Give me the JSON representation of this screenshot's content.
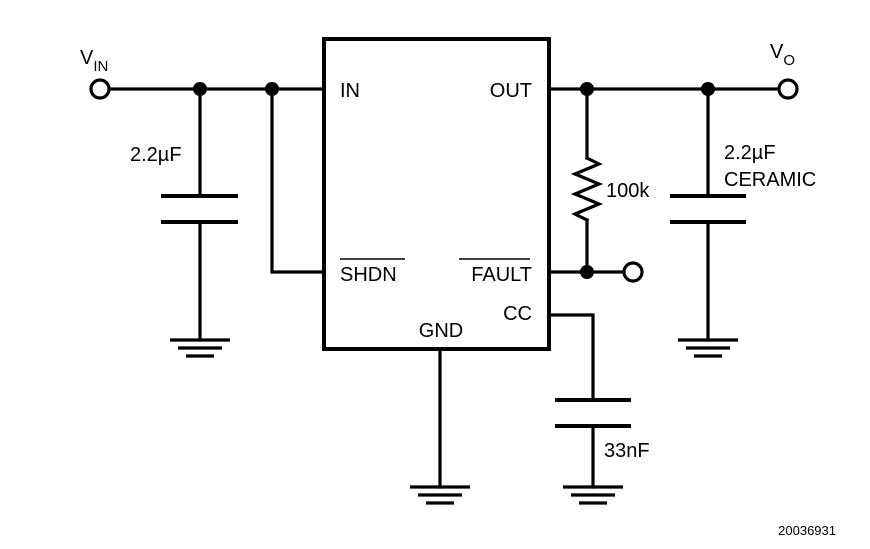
{
  "nodes": {
    "vin": {
      "main": "V",
      "sub": "IN"
    },
    "vo": {
      "main": "V",
      "sub": "O"
    }
  },
  "chip": {
    "pins": {
      "in": "IN",
      "out": "OUT",
      "shdn": "SHDN",
      "fault": "FAULT",
      "cc": "CC",
      "gnd": "GND"
    }
  },
  "components": {
    "input_cap": "2.2µF",
    "output_cap": "2.2µF",
    "output_cap_type": "CERAMIC",
    "resistor": "100k",
    "cc_cap": "33nF"
  },
  "figure_id": "20036931"
}
